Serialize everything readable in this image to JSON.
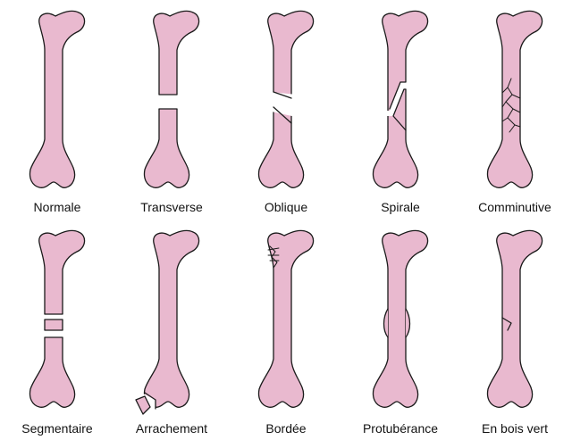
{
  "colors": {
    "bone_fill": "#e9b9cf",
    "bone_outline": "#1a1a1a",
    "background": "#ffffff",
    "label": "#111111"
  },
  "fractures": [
    {
      "id": "normale",
      "label": "Normale",
      "icon": "normal-bone-icon"
    },
    {
      "id": "transverse",
      "label": "Transverse",
      "icon": "transverse-fracture-icon"
    },
    {
      "id": "oblique",
      "label": "Oblique",
      "icon": "oblique-fracture-icon"
    },
    {
      "id": "spirale",
      "label": "Spirale",
      "icon": "spiral-fracture-icon"
    },
    {
      "id": "comminutive",
      "label": "Comminutive",
      "icon": "comminuted-fracture-icon"
    },
    {
      "id": "segmentaire",
      "label": "Segmentaire",
      "icon": "segmental-fracture-icon"
    },
    {
      "id": "arrachement",
      "label": "Arrachement",
      "icon": "avulsion-fracture-icon"
    },
    {
      "id": "bordee",
      "label": "Bordée",
      "icon": "impacted-fracture-icon"
    },
    {
      "id": "protuberance",
      "label": "Protubérance",
      "icon": "buckle-fracture-icon"
    },
    {
      "id": "en-bois-vert",
      "label": "En bois vert",
      "icon": "greenstick-fracture-icon"
    }
  ]
}
